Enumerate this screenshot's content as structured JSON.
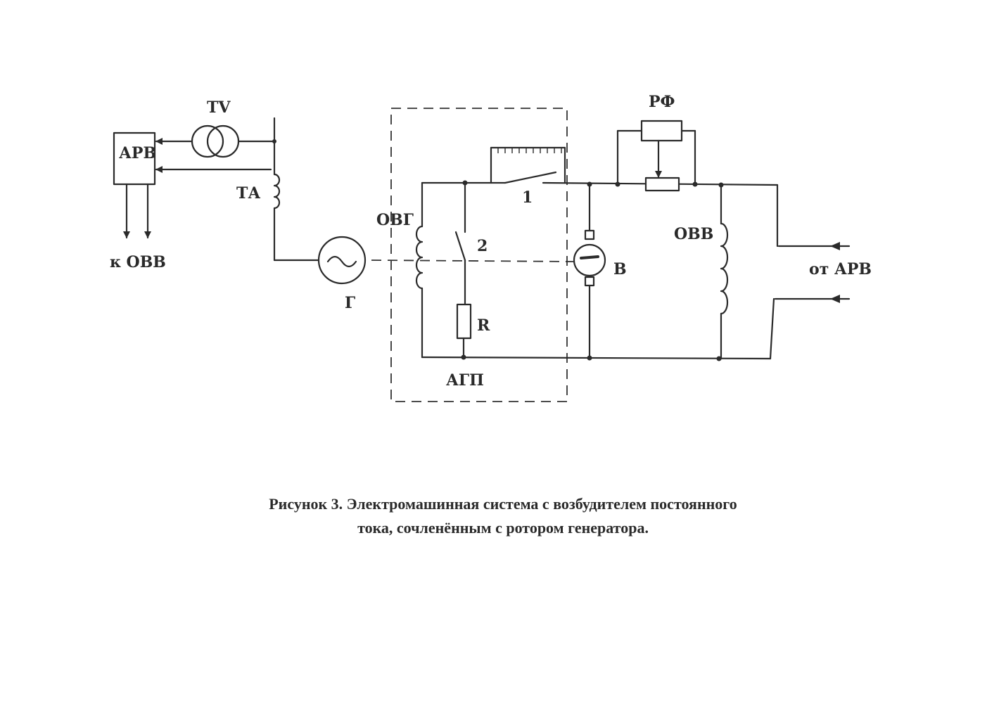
{
  "labels": {
    "arv": "АРВ",
    "tv": "TV",
    "ta": "ТА",
    "k_ovv": "к ОВВ",
    "generator": "Г",
    "ovg": "ОВГ",
    "switch_2": "2",
    "resistor": "R",
    "agp": "АГП",
    "switch_1": "1",
    "exciter": "В",
    "rf": "РФ",
    "ovv": "ОВВ",
    "ot_arv": "от АРВ"
  },
  "caption": {
    "line1": "Рисунок 3. Электромашинная система с возбудителем постоянного",
    "line2": "тока, сочленённым с ротором генератора."
  },
  "colors": {
    "ink": "#2a2a2a",
    "paper": "#ffffff"
  }
}
